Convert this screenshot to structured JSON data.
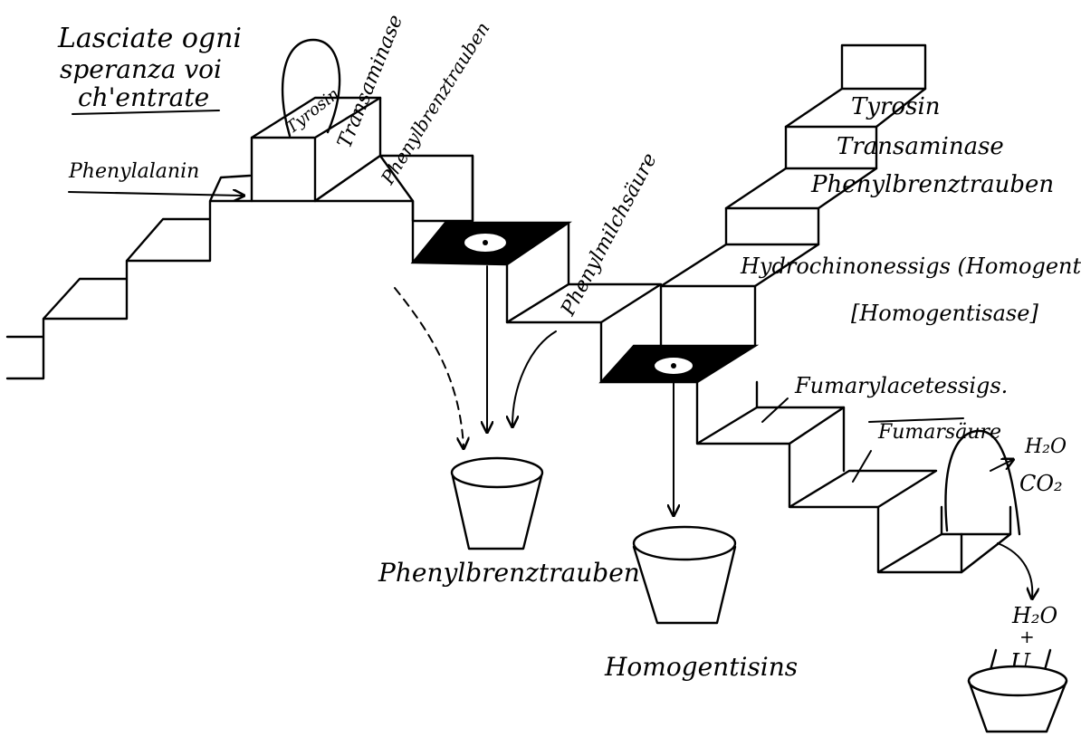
{
  "motto": {
    "line1": "Lasciate ogni",
    "line2": "speranza voi",
    "line3": "ch'entrate"
  },
  "left_staircase": {
    "input_label": "Phenylalanin",
    "top_block_label": "Tyrosin",
    "riser_label": "Transaminase",
    "tread_label": "Phenylbrenztrauben",
    "side_label": "Phenylmilchsäure"
  },
  "right_staircase": {
    "labels": [
      "Tyrosin",
      "Transaminase",
      "Phenylbrenztrauben",
      "Hydrochinonessigs (Homogent.)",
      "[Homogentisase]",
      "Fumarylacetessigs.",
      "Fumarsäure"
    ],
    "products": {
      "water1": "H₂O",
      "co2": "CO₂",
      "water2": "H₂O",
      "plus": "+",
      "urine": "U"
    }
  },
  "buckets": {
    "bucket1": "Phenylbrenztrauben",
    "bucket2": "Homogentisins"
  }
}
